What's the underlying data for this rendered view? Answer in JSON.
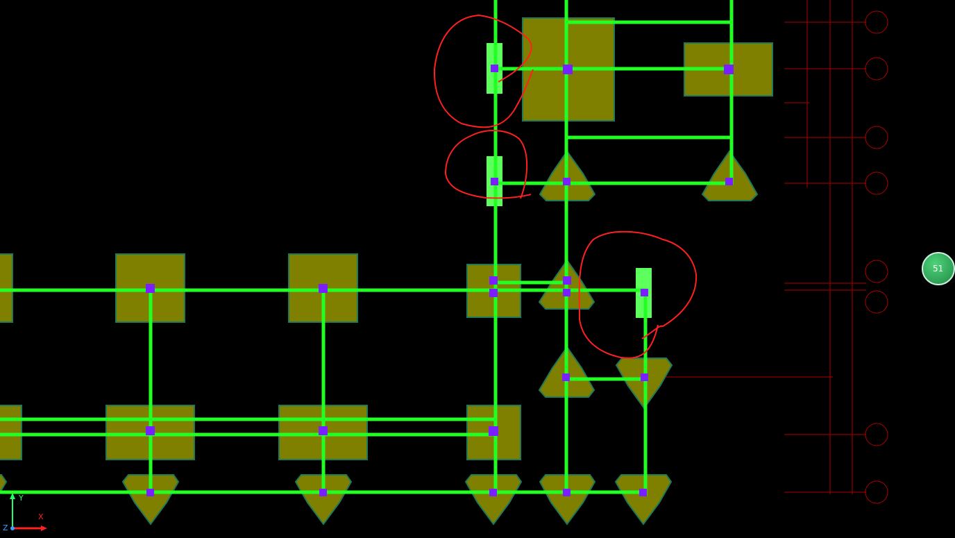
{
  "viewport": {
    "background": "#000000",
    "colors": {
      "pad_fill": "#808000",
      "pad_stroke": "#1f7a5a",
      "trace": "#22ff22",
      "via": "#7a1fff",
      "highlight_pad": "#5cff5c",
      "markup": "#ff2020",
      "dim_line": "#b00000"
    },
    "badge_label": "51",
    "ucs": {
      "y_label": "Y",
      "x_label": "X",
      "z_label": "Z",
      "y_color": "#22ff66",
      "x_color": "#ff2020",
      "z_color": "#3aa0ff"
    }
  }
}
